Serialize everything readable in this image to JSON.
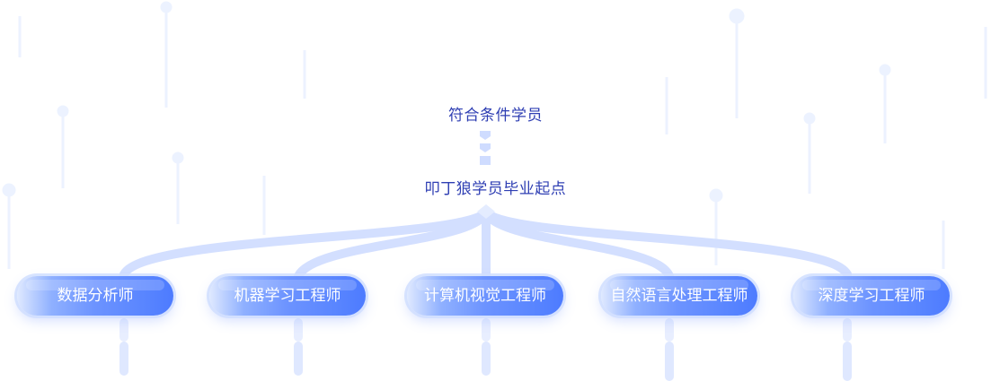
{
  "top_node": "符合条件学员",
  "middle_node": "叩丁狼学员毕业起点",
  "careers": [
    "数据分析师",
    "机器学习工程师",
    "计算机视觉工程师",
    "自然语言处理工程师",
    "深度学习工程师"
  ],
  "colors": {
    "text": "#2f3fb3",
    "track": "#cfdcff",
    "dash": "#dfe8ff",
    "pill": "#5a86ff"
  }
}
